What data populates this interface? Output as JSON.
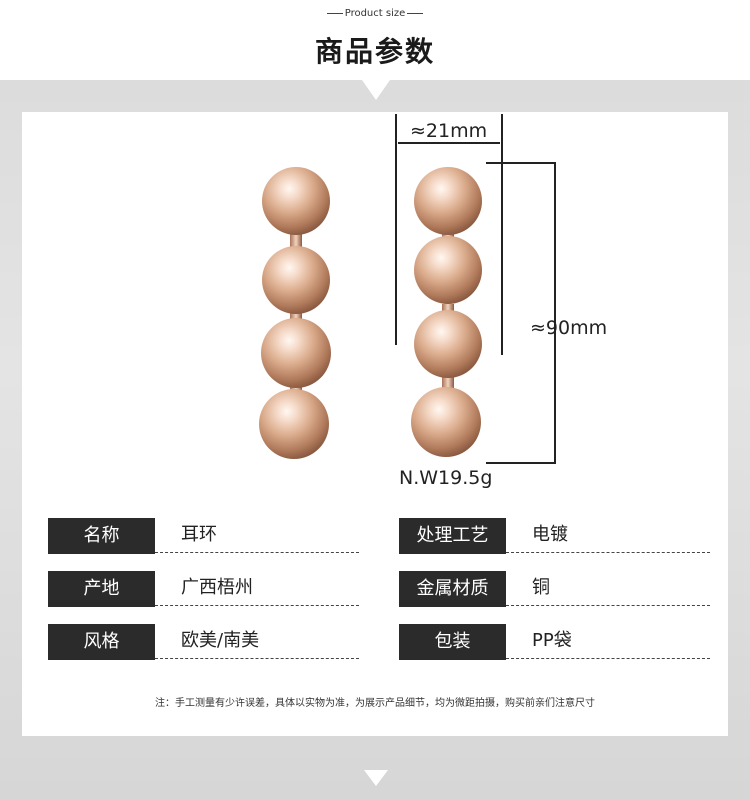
{
  "header": {
    "subtitle": "Product size",
    "title": "商品参数"
  },
  "measurements": {
    "width": "≈21mm",
    "height": "≈90mm",
    "weight": "N.W19.5g"
  },
  "specs": [
    {
      "label": "名称",
      "value": "耳环"
    },
    {
      "label": "处理工艺",
      "value": "电镀"
    },
    {
      "label": "产地",
      "value": "广西梧州"
    },
    {
      "label": "金属材质",
      "value": "铜"
    },
    {
      "label": "风格",
      "value": "欧美/南美"
    },
    {
      "label": "包装",
      "value": "PP袋"
    }
  ],
  "note": "注：手工测量有少许误差，具体以实物为准，为展示产品细节，均为微距拍摄，购买前亲们注意尺寸",
  "colors": {
    "label_bg": "#2b2b2b",
    "bead_highlight": "#fff4ec",
    "bead_mid": "#e8c2a8",
    "bead_dark": "#7a4c35"
  }
}
